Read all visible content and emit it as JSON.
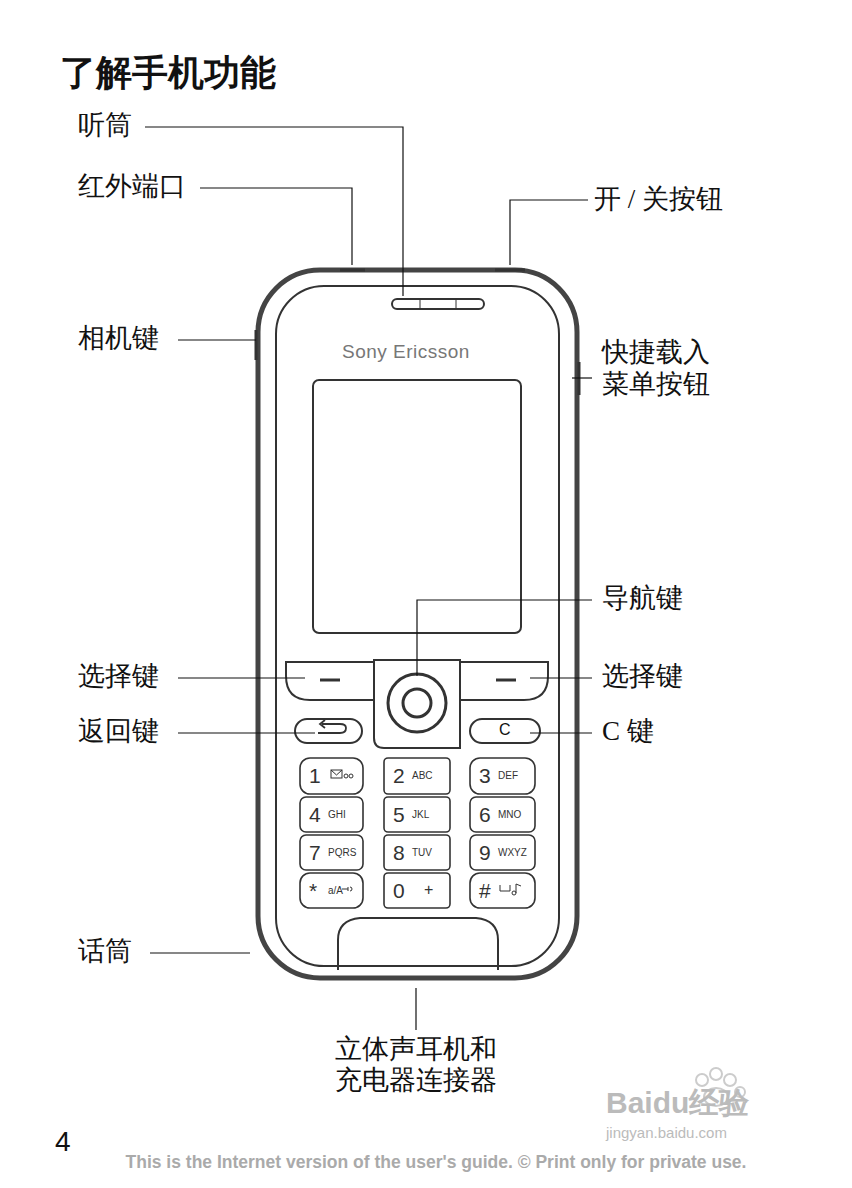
{
  "diagram": {
    "title": "了解手机功能",
    "labels": [
      "听筒",
      "红外端口",
      "开 / 关按钮",
      "相机键",
      "快捷载入 菜单按钮",
      "Sony Ericsson",
      "导航键",
      "选择键",
      "选择键",
      "返回键",
      "C 键",
      "C",
      "1",
      "2",
      "ABC",
      "3",
      "DEF",
      "4",
      "GHI",
      "5",
      "JKL",
      "6",
      "MNO",
      "7",
      "PQRS",
      "8",
      "TUV",
      "9",
      "WXYZ",
      "*",
      "a/A",
      "0",
      "+",
      "#",
      "话筒",
      "立体声耳机和 充电器连接器",
      "4",
      "This is the Internet version of the user's guide. © Print only for private use.",
      "Baidu经验",
      "jingyan.baidu.com"
    ]
  }
}
